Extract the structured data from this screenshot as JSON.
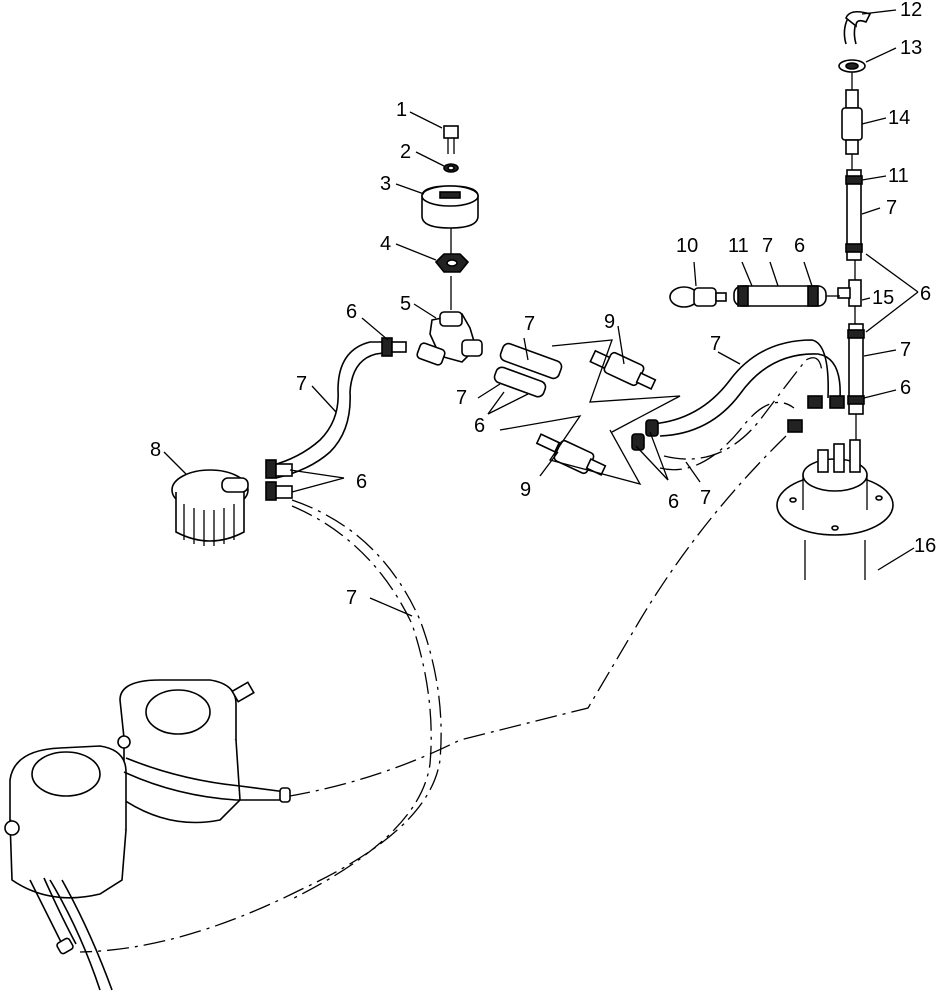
{
  "callouts": {
    "c1": "1",
    "c2": "2",
    "c3": "3",
    "c4": "4",
    "c5": "5",
    "c6a": "6",
    "c6b": "6",
    "c6c": "6",
    "c6d": "6",
    "c6e": "6",
    "c6f": "6",
    "c6g": "6",
    "c7a": "7",
    "c7b": "7",
    "c7c": "7",
    "c7d": "7",
    "c7e": "7",
    "c7f": "7",
    "c7g": "7",
    "c7h": "7",
    "c7i": "7",
    "c8": "8",
    "c9a": "9",
    "c9b": "9",
    "c10": "10",
    "c11a": "11",
    "c11b": "11",
    "c12": "12",
    "c13": "13",
    "c14": "14",
    "c15": "15",
    "c16": "16"
  }
}
